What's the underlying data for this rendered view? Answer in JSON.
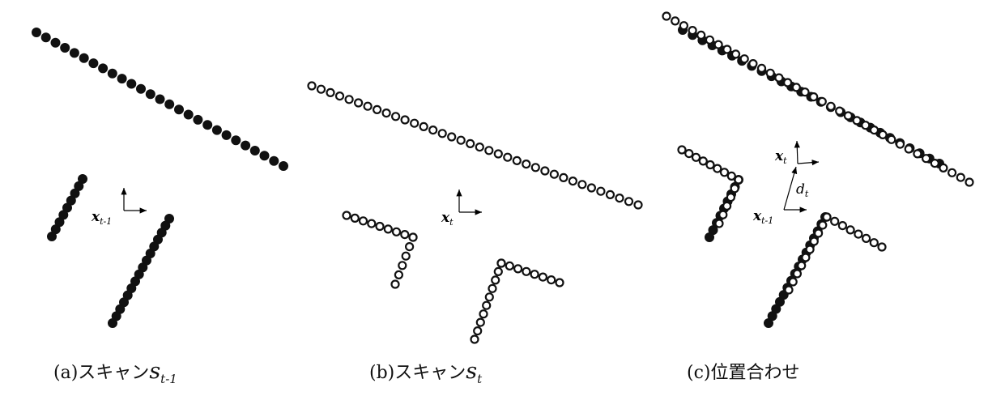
{
  "panels": [
    {
      "caption_prefix": "(a)",
      "caption_text": "スキャン",
      "caption_symbol": "s",
      "caption_sub": "t-1",
      "frame_symbol": "x",
      "frame_sub": "t-1",
      "marker": "filled"
    },
    {
      "caption_prefix": "(b)",
      "caption_text": "スキャン",
      "caption_symbol": "s",
      "caption_sub": "t",
      "frame_symbol": "x",
      "frame_sub": "t",
      "marker": "open"
    },
    {
      "caption_prefix": "(c)",
      "caption_text": "位置合わせ",
      "frame_prev_symbol": "x",
      "frame_prev_sub": "t-1",
      "frame_curr_symbol": "x",
      "frame_curr_sub": "t",
      "displacement_symbol": "d",
      "displacement_sub": "t",
      "marker": "mixed"
    }
  ],
  "colors": {
    "ink": "#111111",
    "background": "#ffffff"
  }
}
